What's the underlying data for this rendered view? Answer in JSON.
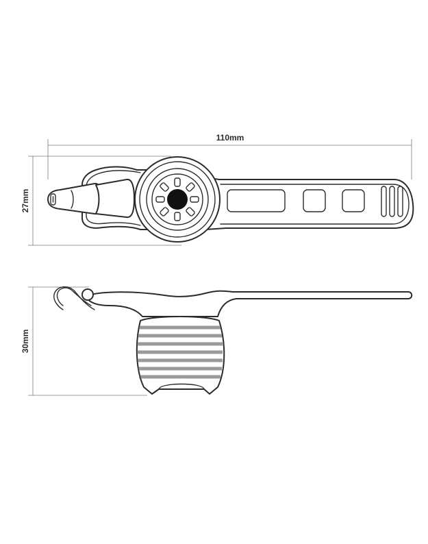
{
  "dimensions": {
    "width": "110mm",
    "top_height": "27mm",
    "side_height": "30mm"
  },
  "colors": {
    "line": "#2b2b2b",
    "dimension_line": "#7a7a7a",
    "stripe": "#9a9a9a",
    "lens": "#111111"
  }
}
